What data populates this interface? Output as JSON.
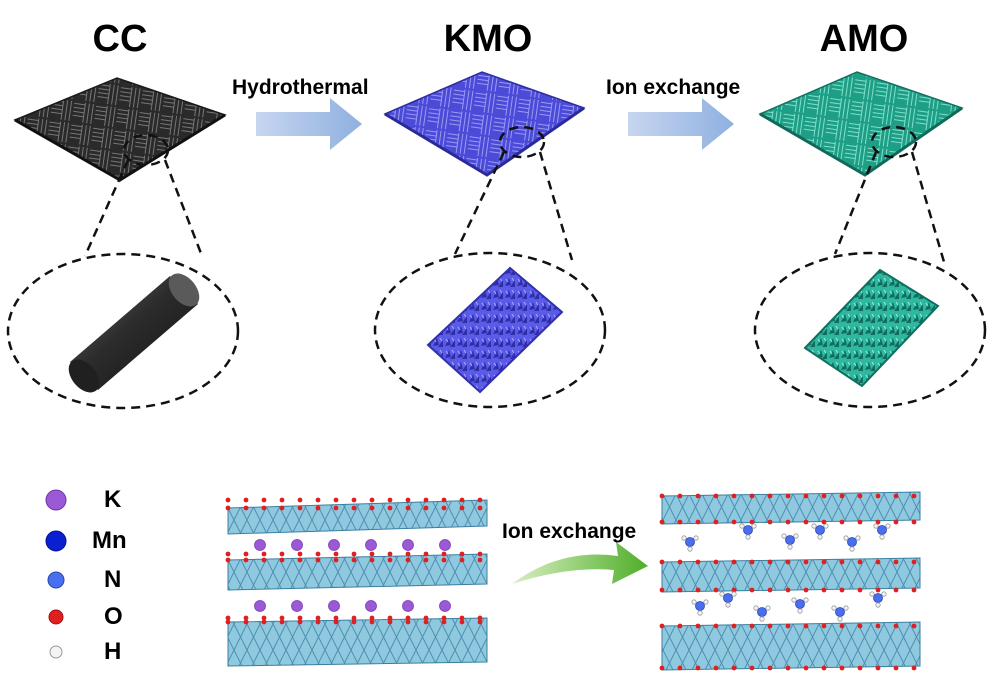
{
  "titles": {
    "cc": "CC",
    "kmo": "KMO",
    "amo": "AMO"
  },
  "steps": {
    "hydrothermal": "Hydrothermal",
    "ion_exchange_top": "Ion exchange",
    "ion_exchange_bottom": "Ion exchange"
  },
  "legend": [
    {
      "label": "K",
      "color": "#9b59d6"
    },
    {
      "label": "Mn",
      "color": "#0a1fd0"
    },
    {
      "label": "N",
      "color": "#4a6ef0"
    },
    {
      "label": "O",
      "color": "#e02020"
    },
    {
      "label": "H",
      "color": "#f4f4f4"
    }
  ],
  "colors": {
    "cc_cloth": "#3c3c3c",
    "kmo_cloth": "#5a5ae6",
    "amo_cloth": "#2fb39c",
    "arrow": "#9db8e6",
    "layer": "#8fc9e0",
    "curved_arrow": "#6fbf3a"
  }
}
